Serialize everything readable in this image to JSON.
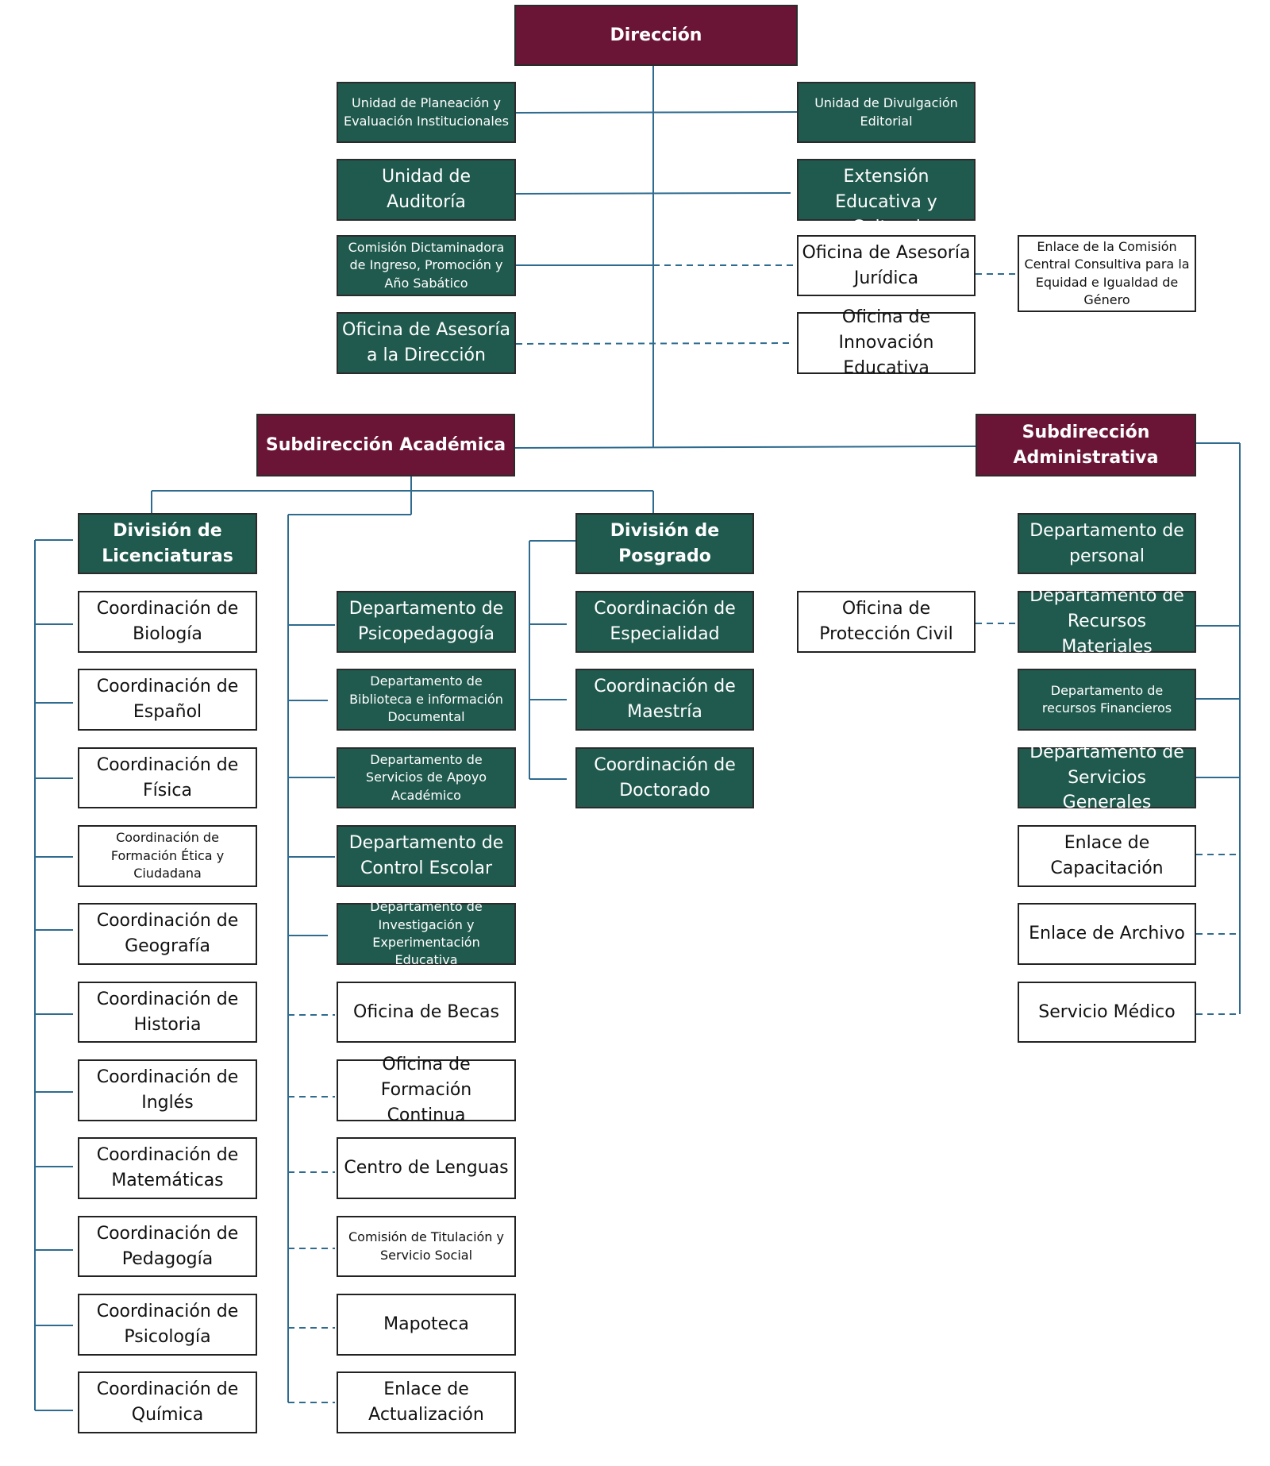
{
  "direccion": "Dirección",
  "staff_left": [
    "Unidad de Planeación y Evaluación Institucionales",
    "Unidad de Auditoría",
    "Comisión Dictaminadora de Ingreso, Promoción y Año Sabático",
    "Oficina de Asesoría a la Dirección"
  ],
  "staff_right": [
    "Unidad de Divulgación Editorial",
    "Unidad de Extensión Educativa y Cultural",
    "Oficina de Asesoría Jurídica",
    "Oficina de Innovación Educativa"
  ],
  "enlace_comision": "Enlace de la Comisión Central Consultiva para la Equidad e Igualdad de Género",
  "subdireccion_academica": "Subdirección Académica",
  "subdireccion_administrativa": "Subdirección Administrativa",
  "division_licenciaturas": {
    "title": "División de Licenciaturas",
    "items": [
      "Coordinación de Biología",
      "Coordinación de Español",
      "Coordinación de Física",
      "Coordinación de Formación Ética y Ciudadana",
      "Coordinación de Geografía",
      "Coordinación de Historia",
      "Coordinación de Inglés",
      "Coordinación de Matemáticas",
      "Coordinación de Pedagogía",
      "Coordinación de Psicología",
      "Coordinación de Química"
    ]
  },
  "academic_departments": [
    "Departamento de Psicopedagogía",
    "Departamento de Biblioteca e información Documental",
    "Departamento de Servicios de Apoyo Académico",
    "Departamento de Control Escolar",
    "Departamento de Investigación y Experimentación Educativa"
  ],
  "academic_offices": [
    "Oficina de Becas",
    "Oficina de Formación Continua",
    "Centro de Lenguas",
    "Comisión de Titulación y Servicio Social",
    "Mapoteca",
    "Enlace de Actualización"
  ],
  "division_posgrado": {
    "title": "División de Posgrado",
    "items": [
      "Coordinación de Especialidad",
      "Coordinación de Maestría",
      "Coordinación de Doctorado"
    ]
  },
  "admin_departments": [
    "Departamento de personal",
    "Departamento de Recursos Materiales",
    "Departamento de recursos Financieros",
    "Departamento de Servicios Generales"
  ],
  "admin_enlaces": [
    "Enlace de Capacitación",
    "Enlace de Archivo",
    "Servicio Médico"
  ],
  "oficina_proteccion_civil": "Oficina de Protección Civil",
  "colors": {
    "maroon": "#6b1536",
    "green": "#205a4e",
    "line": "#2e6b8f"
  }
}
